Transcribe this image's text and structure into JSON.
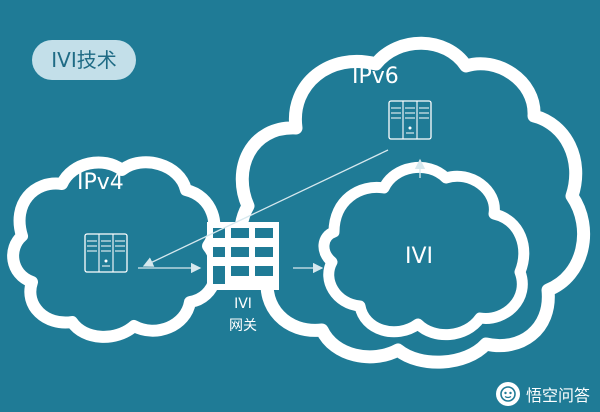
{
  "colors": {
    "background": "#1f7b96",
    "cloud_fill": "#1f7b96",
    "cloud_stroke": "#ffffff",
    "badge_bg": "#c3dfe9",
    "badge_text": "#1f6b85",
    "arrow": "#d6e8ee"
  },
  "title": "IVI技术",
  "clouds": {
    "ipv4": "IPv4",
    "ipv6": "IPv6",
    "ivi": "IVI"
  },
  "gateway": {
    "line1": "IVI",
    "line2": "网关"
  },
  "icons": {
    "server": "server-icon",
    "gateway": "gateway-building-icon",
    "watermark": "wukong-logo-icon"
  },
  "watermark": "悟空问答"
}
